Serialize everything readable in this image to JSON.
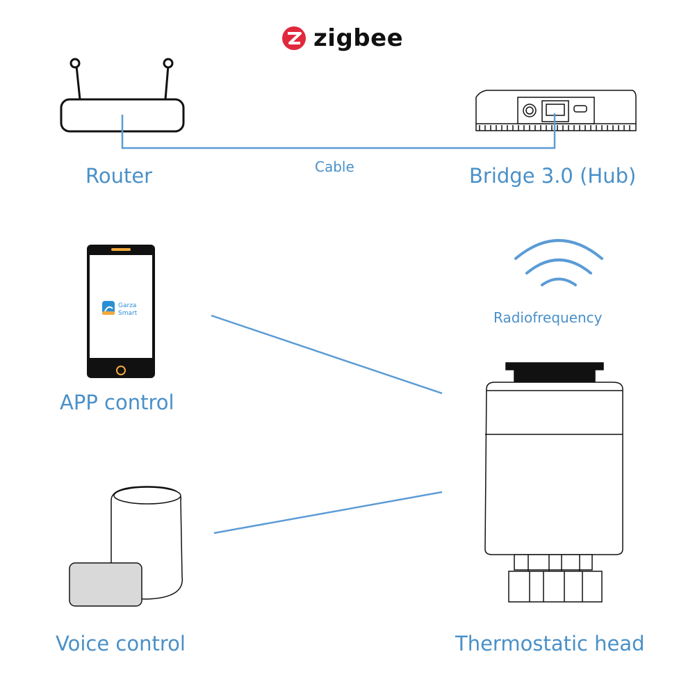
{
  "brand": {
    "name": "zigbee",
    "logo_color": "#e0293c"
  },
  "app_logo": {
    "line1": "Garza",
    "line2": "Smart",
    "color": "#2a8fd4",
    "accent": "#f2a93b"
  },
  "labels": {
    "router": "Router",
    "bridge": "Bridge 3.0 (Hub)",
    "cable": "Cable",
    "radiofrequency": "Radiofrequency",
    "app_control": "APP control",
    "voice_control": "Voice control",
    "thermostatic_head": "Thermostatic head"
  },
  "colors": {
    "label": "#4a90c8",
    "line": "#5b9bd5",
    "outline": "#111111"
  }
}
